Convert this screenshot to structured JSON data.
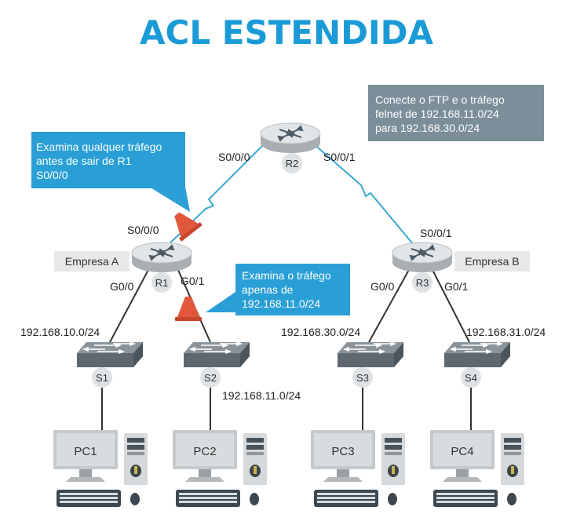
{
  "title": "ACL ESTENDIDA",
  "note": {
    "lines": [
      "Conecte o FTP e o tráfego",
      "felnet de 192.168.11.0/24",
      "para 192.168.30.0/24"
    ]
  },
  "callout_r1_serial": {
    "lines": [
      "Examina qualquer tráfego",
      "antes de sair de R1",
      "S0/0/0"
    ]
  },
  "callout_r1_g01": {
    "lines": [
      "Examina o tráfego",
      "apenas de",
      "192.168.11.0/24"
    ]
  },
  "routers": {
    "r1": {
      "label": "R1",
      "site": "Empresa A",
      "if_left": "G0/0",
      "if_right": "G0/1",
      "if_serial": "S0/0/0"
    },
    "r2": {
      "label": "R2",
      "if_left": "S0/0/0",
      "if_right": "S0/0/1"
    },
    "r3": {
      "label": "R3",
      "site": "Empresa B",
      "if_left": "G0/0",
      "if_right": "G0/1",
      "if_serial": "S0/0/1"
    }
  },
  "switches": {
    "s1": "S1",
    "s2": "S2",
    "s3": "S3",
    "s4": "S4"
  },
  "networks": {
    "s1": "192.168.10.0/24",
    "s2": "192.168.11.0/24",
    "s3": "192.168.30.0/24",
    "s4": "192.168.31.0/24"
  },
  "pcs": {
    "pc1": "PC1",
    "pc2": "PC2",
    "pc3": "PC3",
    "pc4": "PC4"
  },
  "colors": {
    "title": "#1a9bd7",
    "callout": "#2a9fd6",
    "note": "#7b8e9a",
    "serial_link": "#3aa9d0",
    "acl_marker": "#e2573c",
    "device_gray": "#cfd3d6",
    "switch_gray": "#6f7880"
  }
}
